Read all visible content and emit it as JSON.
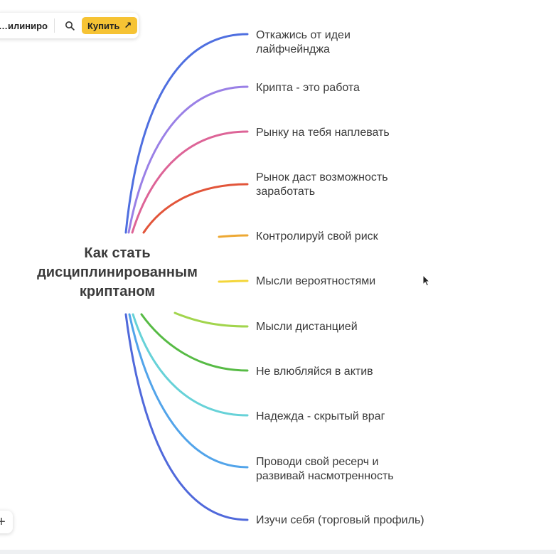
{
  "toolbar": {
    "title": "…илиниров…",
    "buy_label": "Купить",
    "buy_icon": "arrow-up-right-icon",
    "search_icon": "search-icon",
    "accent_color": "#f6c334"
  },
  "mindmap": {
    "root": "Как стать\nдисциплинированным\nкриптаном",
    "branches": [
      {
        "label": "Откажись от идеи\nлайфчейнджа",
        "color": "#4f6fe0"
      },
      {
        "label": "Крипта - это работа",
        "color": "#9a80e6"
      },
      {
        "label": "Рынку на тебя наплевать",
        "color": "#dd6497"
      },
      {
        "label": "Рынок даст возможность\nзаработать",
        "color": "#e2553a"
      },
      {
        "label": "Контролируй свой риск",
        "color": "#eda833"
      },
      {
        "label": "Мысли вероятностями",
        "color": "#f4d63a"
      },
      {
        "label": "Мысли дистанцией",
        "color": "#a2d54d"
      },
      {
        "label": "Не влюбляйся в актив",
        "color": "#57bb45"
      },
      {
        "label": "Надежда - скрытый враг",
        "color": "#67d2d8"
      },
      {
        "label": "Проводи свой ресерч и\nразвивай насмотренность",
        "color": "#52a4ea"
      },
      {
        "label": "Изучи себя (торговый профиль)",
        "color": "#5069db"
      }
    ]
  },
  "zoom_button": "+"
}
